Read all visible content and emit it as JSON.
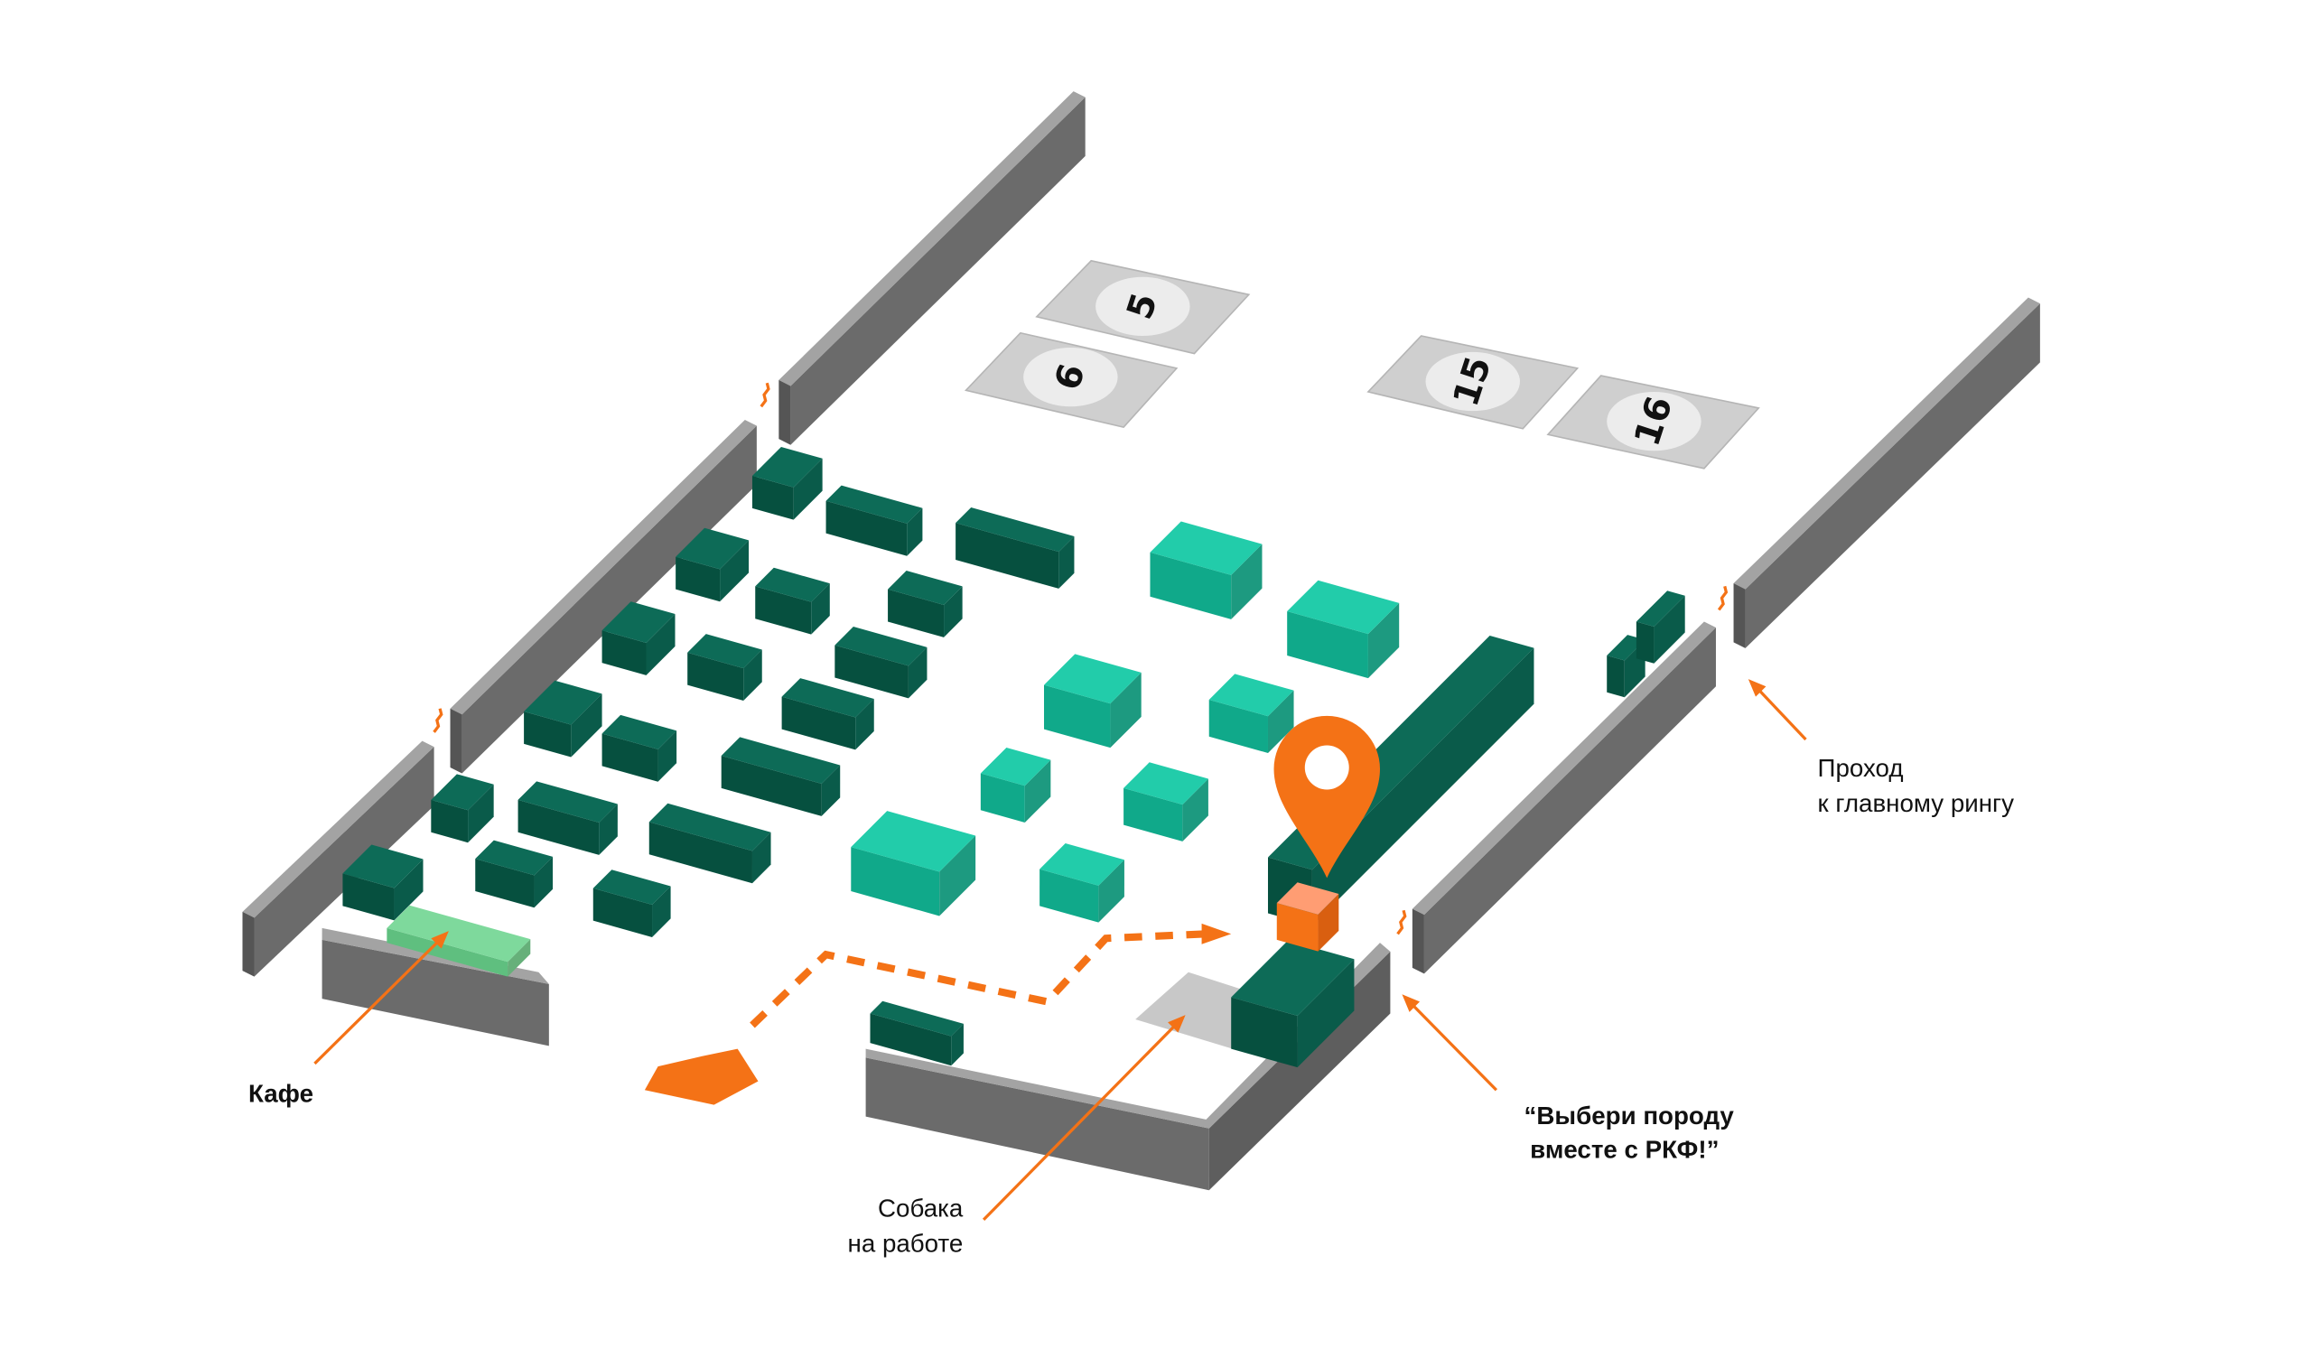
{
  "map": {
    "pads": [
      {
        "number": "5"
      },
      {
        "number": "6"
      },
      {
        "number": "15"
      },
      {
        "number": "16"
      }
    ],
    "labels": {
      "cafe": "Кафе",
      "dog_at_work_line1": "Собака",
      "dog_at_work_line2": "на работе",
      "choose_breed_line1": "“Выбери породу",
      "choose_breed_line2": "вместе с РКФ!”",
      "passage_line1": "Проход",
      "passage_line2": "к главному рингу"
    },
    "icons": {
      "location_pin": "map-pin-icon",
      "entrance": "entrance-arrow-icon",
      "route": "dashed-route"
    },
    "colors": {
      "accent_orange": "#f47216",
      "dark_booth": "#0d6b57",
      "light_booth": "#22ccaa",
      "cafe": "#7ed99c",
      "wall": "#6b6b6b",
      "pad": "#cccccc"
    }
  }
}
